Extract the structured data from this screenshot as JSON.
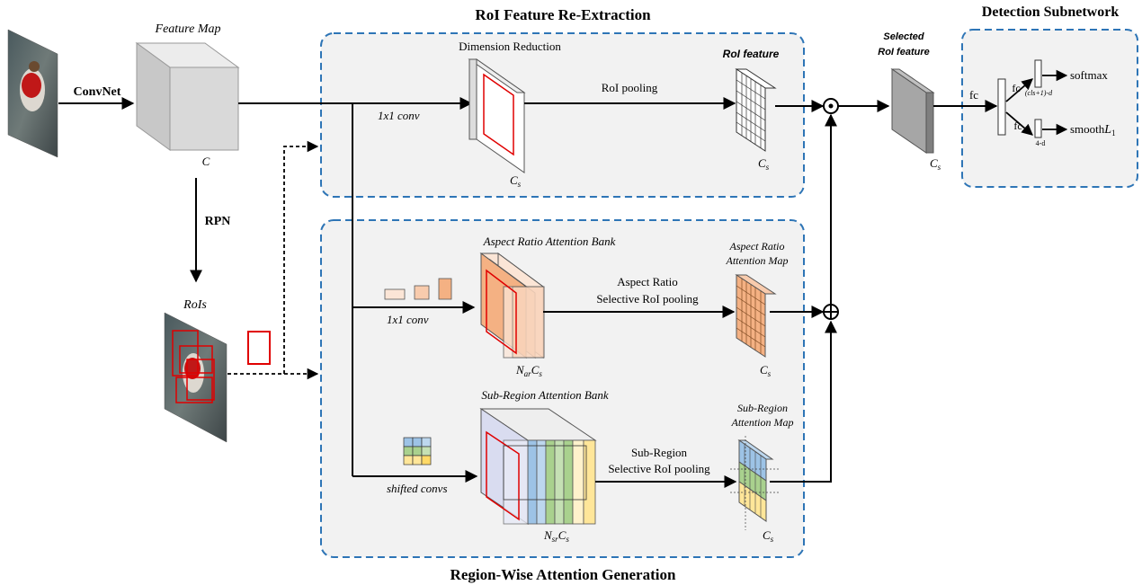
{
  "titles": {
    "roi_reextraction": "RoI Feature Re-Extraction",
    "detection_subnetwork": "Detection Subnetwork",
    "region_attention": "Region-Wise Attention Generation"
  },
  "labels": {
    "convnet": "ConvNet",
    "feature_map": "Feature Map",
    "feature_map_channels": "C",
    "rpn": "RPN",
    "rois": "RoIs",
    "dimension_reduction": "Dimension Reduction",
    "conv1x1_top": "1x1 conv",
    "roi_pooling": "RoI pooling",
    "roi_feature": "RoI feature",
    "cs_dimred": "C_s",
    "cs_roifeat": "C_s",
    "selected_roi_feature_line1": "Selected",
    "selected_roi_feature_line2": "RoI feature",
    "cs_selected": "C_s",
    "fc_main": "fc",
    "fc_upper": "fc",
    "fc_lower": "fc",
    "cls_dim": "(cls+1)-d",
    "box_dim": "4-d",
    "softmax": "softmax",
    "smooth_l1": "smoothL_1",
    "ar_bank": "Aspect Ratio Attention Bank",
    "conv1x1_mid": "1x1 conv",
    "ar_pool_line1": "Aspect Ratio",
    "ar_pool_line2": "Selective RoI pooling",
    "ar_map_line1": "Aspect Ratio",
    "ar_map_line2": "Attention Map",
    "nar_cs": "N_ar C_s",
    "cs_armap": "C_s",
    "sr_bank": "Sub-Region Attention Bank",
    "shifted_convs": "shifted convs",
    "sr_pool_line1": "Sub-Region",
    "sr_pool_line2": "Selective RoI pooling",
    "sr_map_line1": "Sub-Region",
    "sr_map_line2": "Attention Map",
    "nsr_cs": "N_sr C_s",
    "cs_srmap": "C_s"
  },
  "colors": {
    "panel_fill": "#f2f2f2",
    "panel_border": "#2e75b6",
    "roi_box": "#e00000",
    "orange": "#f4b183",
    "orange_light": "#fbe5d6",
    "blue": "#9dc3e6",
    "green": "#a9d18e",
    "yellow": "#ffe699",
    "lavender": "#d9dcf0"
  },
  "icons": {
    "multiply": "circle-dot-operator",
    "add": "circle-plus-operator"
  }
}
